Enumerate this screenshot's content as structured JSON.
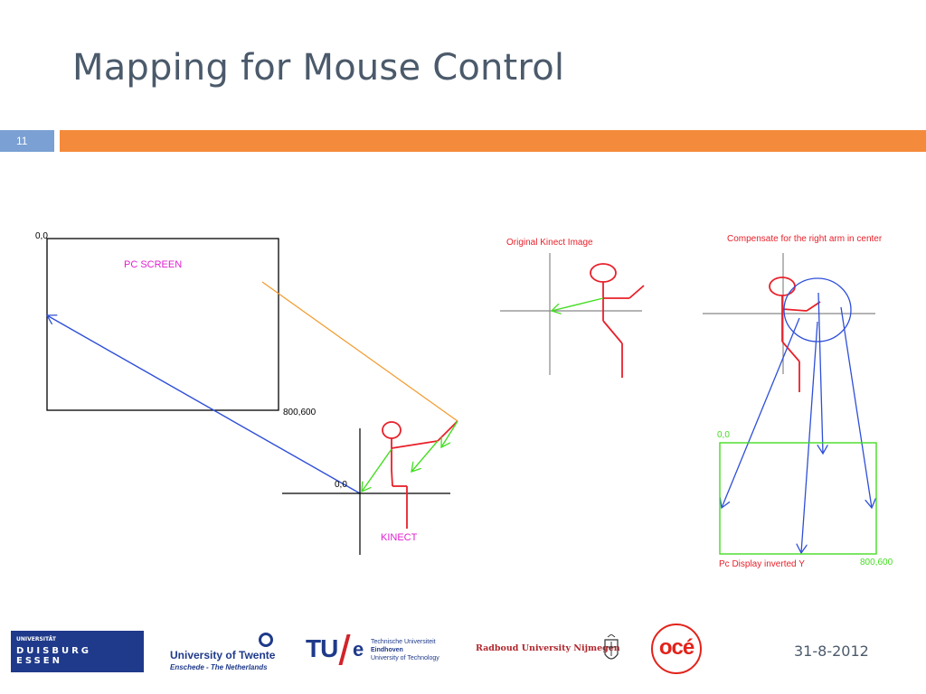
{
  "slide": {
    "title": "Mapping for Mouse Control",
    "number": "11",
    "date": "31-8-2012"
  },
  "diagram": {
    "pc_screen": {
      "label": "PC SCREEN",
      "origin": "0,0",
      "corner": "800,600"
    },
    "kinect": {
      "label": "KINECT",
      "origin": "0,0"
    },
    "original": {
      "label": "Original Kinect Image"
    },
    "compensate": {
      "label": "Compensate for the right arm in center",
      "display_label": "Pc Display inverted Y",
      "origin": "0,0",
      "corner": "800,600"
    },
    "colors": {
      "skeleton": "#e8202a",
      "hand_vector": "#44dd22",
      "mapping_arrow": "#2e4fd8",
      "projection_line": "#f39a2b",
      "pc_label": "#e020d0",
      "red_label": "#e8202a",
      "display_box": "#44dd22"
    }
  },
  "logos": {
    "ude": {
      "line1": "UNIVERSITÄT",
      "line2": "DUISBURG",
      "line3": "ESSEN"
    },
    "utwente": {
      "name": "University of Twente",
      "sub": "Enschede - The Netherlands"
    },
    "tue": {
      "tu": "TU",
      "e": "e",
      "line1": "Technische Universiteit",
      "line2": "Eindhoven",
      "line3": "University of Technology"
    },
    "radboud": {
      "name": "Radboud University Nijmegen"
    },
    "oce": {
      "name": "océ"
    }
  }
}
